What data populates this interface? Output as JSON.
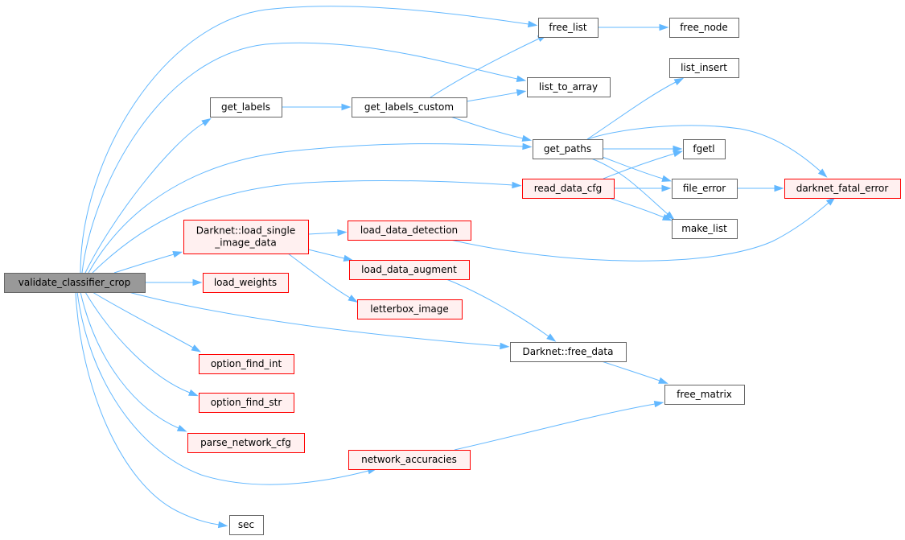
{
  "diagram": {
    "colors": {
      "edge": "#63b8ff",
      "plain_fill": "#ffffff",
      "plain_stroke": "#666666",
      "red_fill": "#fff0f0",
      "red_stroke": "#ff0000",
      "root_fill": "#999999"
    },
    "nodes": [
      {
        "id": "validate_classifier_crop",
        "lines": [
          "validate_classifier_crop"
        ],
        "style": "root"
      },
      {
        "id": "free_list",
        "lines": [
          "free_list"
        ],
        "style": "plain"
      },
      {
        "id": "free_node",
        "lines": [
          "free_node"
        ],
        "style": "plain"
      },
      {
        "id": "list_to_array",
        "lines": [
          "list_to_array"
        ],
        "style": "plain"
      },
      {
        "id": "list_insert",
        "lines": [
          "list_insert"
        ],
        "style": "plain"
      },
      {
        "id": "get_labels",
        "lines": [
          "get_labels"
        ],
        "style": "plain"
      },
      {
        "id": "get_labels_custom",
        "lines": [
          "get_labels_custom"
        ],
        "style": "plain"
      },
      {
        "id": "get_paths",
        "lines": [
          "get_paths"
        ],
        "style": "plain"
      },
      {
        "id": "fgetl",
        "lines": [
          "fgetl"
        ],
        "style": "plain"
      },
      {
        "id": "read_data_cfg",
        "lines": [
          "read_data_cfg"
        ],
        "style": "red"
      },
      {
        "id": "file_error",
        "lines": [
          "file_error"
        ],
        "style": "plain"
      },
      {
        "id": "darknet_fatal_error",
        "lines": [
          "darknet_fatal_error"
        ],
        "style": "red"
      },
      {
        "id": "make_list",
        "lines": [
          "make_list"
        ],
        "style": "plain"
      },
      {
        "id": "load_single_image_data",
        "lines": [
          "Darknet::load_single",
          "_image_data"
        ],
        "style": "red"
      },
      {
        "id": "load_data_detection",
        "lines": [
          "load_data_detection"
        ],
        "style": "red"
      },
      {
        "id": "load_data_augment",
        "lines": [
          "load_data_augment"
        ],
        "style": "red"
      },
      {
        "id": "load_weights",
        "lines": [
          "load_weights"
        ],
        "style": "red"
      },
      {
        "id": "letterbox_image",
        "lines": [
          "letterbox_image"
        ],
        "style": "red"
      },
      {
        "id": "free_data",
        "lines": [
          "Darknet::free_data"
        ],
        "style": "plain"
      },
      {
        "id": "option_find_int",
        "lines": [
          "option_find_int"
        ],
        "style": "red"
      },
      {
        "id": "free_matrix",
        "lines": [
          "free_matrix"
        ],
        "style": "plain"
      },
      {
        "id": "option_find_str",
        "lines": [
          "option_find_str"
        ],
        "style": "red"
      },
      {
        "id": "parse_network_cfg",
        "lines": [
          "parse_network_cfg"
        ],
        "style": "red"
      },
      {
        "id": "network_accuracies",
        "lines": [
          "network_accuracies"
        ],
        "style": "red"
      },
      {
        "id": "sec",
        "lines": [
          "sec"
        ],
        "style": "plain"
      }
    ],
    "edges": [
      {
        "from": "validate_classifier_crop",
        "to": "free_list"
      },
      {
        "from": "validate_classifier_crop",
        "to": "list_to_array"
      },
      {
        "from": "validate_classifier_crop",
        "to": "get_labels"
      },
      {
        "from": "validate_classifier_crop",
        "to": "get_paths"
      },
      {
        "from": "validate_classifier_crop",
        "to": "read_data_cfg"
      },
      {
        "from": "validate_classifier_crop",
        "to": "load_single_image_data"
      },
      {
        "from": "validate_classifier_crop",
        "to": "load_weights"
      },
      {
        "from": "validate_classifier_crop",
        "to": "free_data"
      },
      {
        "from": "validate_classifier_crop",
        "to": "option_find_int"
      },
      {
        "from": "validate_classifier_crop",
        "to": "option_find_str"
      },
      {
        "from": "validate_classifier_crop",
        "to": "parse_network_cfg"
      },
      {
        "from": "validate_classifier_crop",
        "to": "network_accuracies"
      },
      {
        "from": "validate_classifier_crop",
        "to": "sec"
      },
      {
        "from": "free_list",
        "to": "free_node"
      },
      {
        "from": "get_labels",
        "to": "get_labels_custom"
      },
      {
        "from": "get_labels_custom",
        "to": "free_list"
      },
      {
        "from": "get_labels_custom",
        "to": "list_to_array"
      },
      {
        "from": "get_labels_custom",
        "to": "get_paths"
      },
      {
        "from": "get_paths",
        "to": "list_insert"
      },
      {
        "from": "get_paths",
        "to": "fgetl"
      },
      {
        "from": "get_paths",
        "to": "file_error"
      },
      {
        "from": "get_paths",
        "to": "make_list"
      },
      {
        "from": "get_paths",
        "to": "darknet_fatal_error"
      },
      {
        "from": "read_data_cfg",
        "to": "fgetl"
      },
      {
        "from": "read_data_cfg",
        "to": "file_error"
      },
      {
        "from": "read_data_cfg",
        "to": "make_list"
      },
      {
        "from": "file_error",
        "to": "darknet_fatal_error"
      },
      {
        "from": "load_single_image_data",
        "to": "load_data_detection"
      },
      {
        "from": "load_single_image_data",
        "to": "load_data_augment"
      },
      {
        "from": "load_single_image_data",
        "to": "letterbox_image"
      },
      {
        "from": "load_data_detection",
        "to": "darknet_fatal_error"
      },
      {
        "from": "load_data_augment",
        "to": "free_data"
      },
      {
        "from": "free_data",
        "to": "free_matrix"
      },
      {
        "from": "network_accuracies",
        "to": "free_matrix"
      }
    ]
  }
}
